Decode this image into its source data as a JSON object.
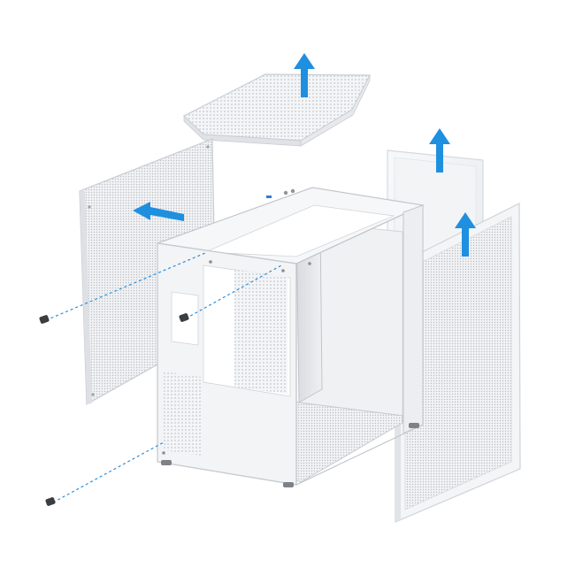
{
  "scene": {
    "subject": "exploded-view-pc-case",
    "colors": {
      "background": "#ffffff",
      "panel": "#f3f4f6",
      "panel_edge": "#c9ccd1",
      "frame_dark": "#8a8f96",
      "arrow": "#1f8fe0",
      "guide_line": "#2b8fd8",
      "screw": "#3a3d42",
      "glass": "#eef1f4"
    },
    "parts": [
      {
        "id": "top-mesh-panel",
        "icon": "mesh-panel",
        "removal": "up"
      },
      {
        "id": "left-side-mesh-panel",
        "icon": "mesh-panel",
        "removal": "left"
      },
      {
        "id": "rear-glass-panel",
        "icon": "glass-panel",
        "removal": "up"
      },
      {
        "id": "front-glass-panel",
        "icon": "glass-panel",
        "removal": "up"
      },
      {
        "id": "chassis-frame",
        "icon": "chassis"
      },
      {
        "id": "thumb-screws",
        "icon": "screw",
        "count": 3
      }
    ]
  }
}
